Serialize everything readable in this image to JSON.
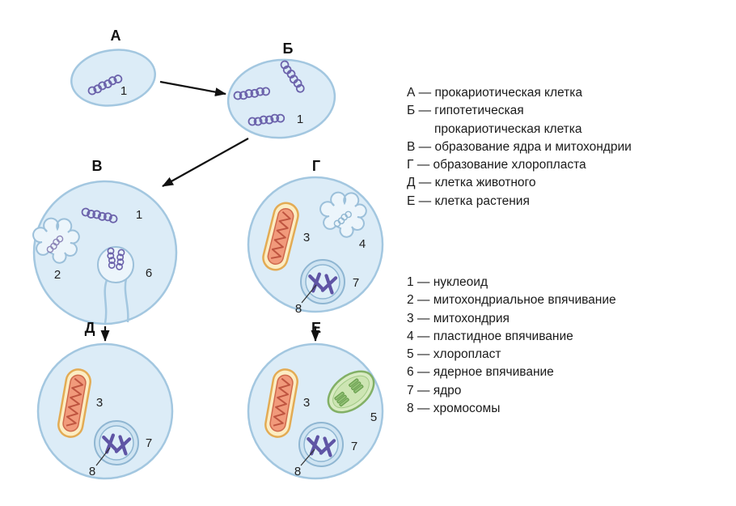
{
  "diagram": {
    "cells": {
      "a": "А",
      "b": "Б",
      "v": "В",
      "g": "Г",
      "d": "Д",
      "e": "Е"
    },
    "markers": {
      "nucleoid": "1",
      "mito_invagination": "2",
      "mitochondrion": "3",
      "plastid_invagination": "4",
      "chloroplast": "5",
      "nuclear_invagination": "6",
      "nucleus": "7",
      "chromosomes": "8"
    },
    "colors": {
      "cytoplasm": "#dcecf7",
      "membrane": "#a3c7e0",
      "dna": "#6b62ab",
      "mitochondrion_outer": "#fcedc3",
      "mitochondrion_inner": "#f19a7b",
      "chloroplast": "#d8ebc2",
      "nucleus": "#cfe4f2",
      "arrow": "#111111",
      "text": "#1a1a1a"
    }
  },
  "legend": {
    "letters": [
      "А — прокариотическая клетка",
      "Б — гипотетическая",
      "прокариотическая клетка",
      "В — образование ядра и митохондрии",
      "Г — образование хлоропласта",
      "Д — клетка животного",
      "Е — клетка растения"
    ],
    "numbers": [
      "1 — нуклеоид",
      "2 — митохондриальное впячивание",
      "3 — митохондрия",
      "4 — пластидное впячивание",
      "5 — хлоропласт",
      "6 — ядерное впячивание",
      "7 — ядро",
      "8 — хромосомы"
    ]
  }
}
